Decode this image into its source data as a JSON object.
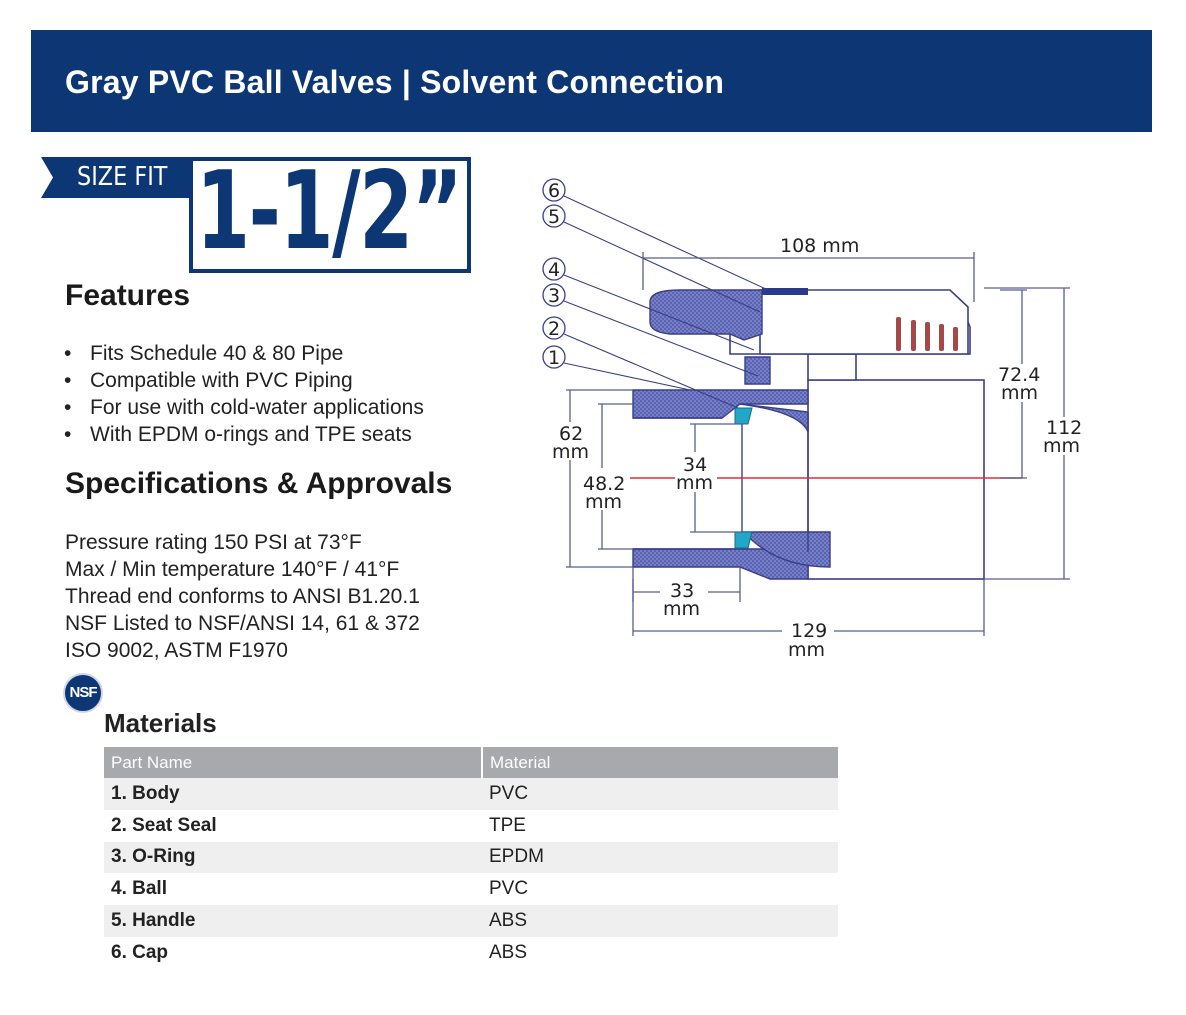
{
  "header": {
    "title": "Gray PVC Ball Valves | Solvent Connection"
  },
  "size": {
    "label": "SIZE FIT",
    "value": "1-1/2”"
  },
  "features": {
    "heading": "Features",
    "items": [
      "Fits Schedule 40 & 80 Pipe",
      "Compatible with PVC Piping",
      "For use with cold-water applications",
      "With EPDM o-rings and TPE seats"
    ]
  },
  "specs": {
    "heading": "Specifications & Approvals",
    "items": [
      "Pressure rating 150 PSI at 73°F",
      "Max / Min temperature 140°F / 41°F",
      "Thread end conforms to ANSI B1.20.1",
      "NSF Listed to NSF/ANSI 14, 61 & 372",
      "ISO 9002, ASTM F1970"
    ]
  },
  "nsf_logo": "NSF",
  "materials": {
    "heading": "Materials",
    "columns": [
      "Part Name",
      "Material"
    ],
    "rows": [
      {
        "part": "1. Body",
        "material": "PVC"
      },
      {
        "part": "2. Seat Seal",
        "material": "TPE"
      },
      {
        "part": "3. O-Ring",
        "material": "EPDM"
      },
      {
        "part": "4. Ball",
        "material": "PVC"
      },
      {
        "part": "5. Handle",
        "material": "ABS"
      },
      {
        "part": "6. Cap",
        "material": "ABS"
      }
    ]
  },
  "diagram": {
    "callouts": [
      "6",
      "5",
      "4",
      "3",
      "2",
      "1"
    ],
    "dimensions": {
      "top_width": "108 mm",
      "half_height_value": "72.4",
      "half_height_unit": "mm",
      "total_height_value": "112",
      "total_height_unit": "mm",
      "outer_dia_value": "62",
      "outer_dia_unit": "mm",
      "socket_dia_value": "48.2",
      "socket_dia_unit": "mm",
      "bore_value": "34",
      "bore_unit": "mm",
      "socket_depth_value": "33",
      "socket_depth_unit": "mm",
      "length_value": "129",
      "length_unit": "mm"
    }
  },
  "colors": {
    "brand_blue": "#0d3774",
    "table_header": "#a7a9ac",
    "row_alt": "#efeff0",
    "seal_cyan": "#22a7c9",
    "centerline_red": "#e0312f"
  }
}
